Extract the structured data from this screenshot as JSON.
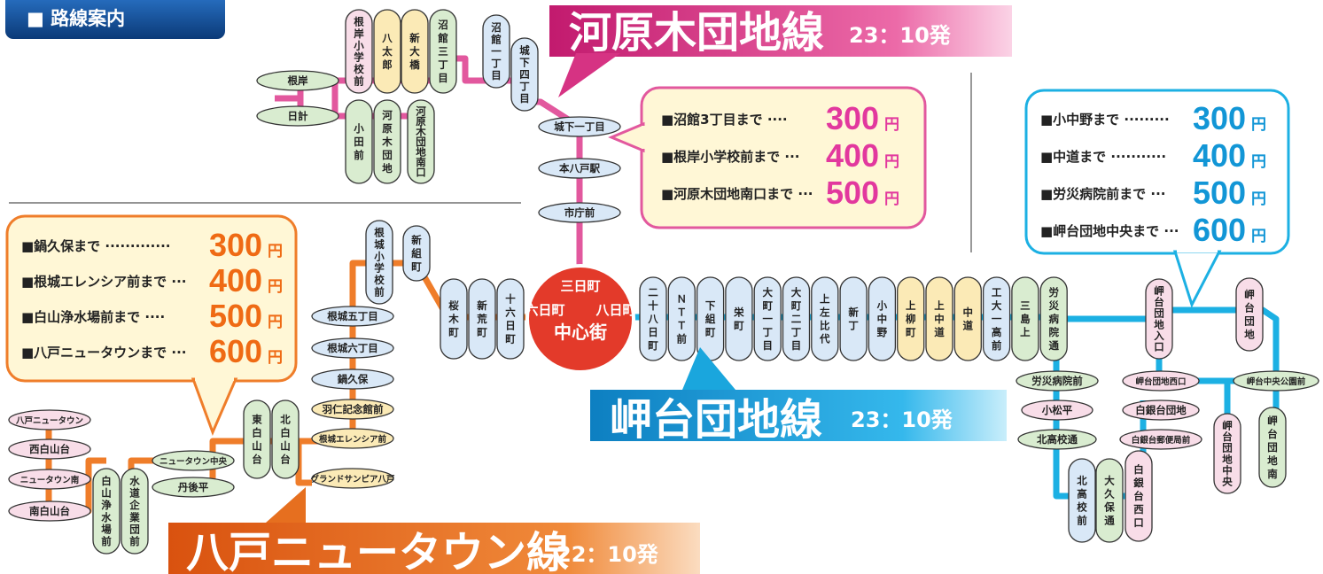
{
  "header": {
    "label": "■ 路線案内"
  },
  "colors": {
    "kawara": "#e2589e",
    "misaki": "#1cb0e3",
    "newtown": "#ef7d2a",
    "hub": "#e33a2a",
    "node_pink": "#f8dde8",
    "node_yellow": "#fbeab6",
    "node_blue": "#d9e8f7",
    "node_green": "#d9ecd0"
  },
  "hub": {
    "top": "三日町",
    "left": "六日町",
    "right": "八日町",
    "center": "中心街"
  },
  "lines": {
    "kawara": {
      "name": "河原木団地線",
      "time": "23：10発"
    },
    "misaki": {
      "name": "岬台団地線",
      "time": "23：10発"
    },
    "newtown": {
      "name": "八戸ニュータウン線",
      "time": "22：10発"
    }
  },
  "fares": {
    "kawara": [
      {
        "label": "■沼館3丁目まで ····",
        "price": "300",
        "unit": "円"
      },
      {
        "label": "■根岸小学校前まで ···",
        "price": "400",
        "unit": "円"
      },
      {
        "label": "■河原木団地南口まで ···",
        "price": "500",
        "unit": "円"
      }
    ],
    "misaki": [
      {
        "label": "■小中野まで ·········",
        "price": "300",
        "unit": "円"
      },
      {
        "label": "■中道まで ···········",
        "price": "400",
        "unit": "円"
      },
      {
        "label": "■労災病院前まで ···",
        "price": "500",
        "unit": "円"
      },
      {
        "label": "■岬台団地中央まで ···",
        "price": "600",
        "unit": "円"
      }
    ],
    "newtown": [
      {
        "label": "■鍋久保まで ·············",
        "price": "300",
        "unit": "円"
      },
      {
        "label": "■根城エレンシア前まで ···",
        "price": "400",
        "unit": "円"
      },
      {
        "label": "■白山浄水場前まで ····",
        "price": "500",
        "unit": "円"
      },
      {
        "label": "■八戸ニュータウンまで ···",
        "price": "600",
        "unit": "円"
      }
    ]
  },
  "stops": {
    "kawara_v": [
      "根岸小学校前",
      "八太郎",
      "新大橋",
      "沼館三丁目",
      "沼館一丁目",
      "城下四丁目",
      "小田前",
      "河原木団地",
      "河原木団地南口"
    ],
    "kawara_h": [
      "根岸",
      "日計",
      "城下一丁目",
      "本八戸駅",
      "市庁前"
    ],
    "center_v": [
      "根城小学校前",
      "新組町",
      "桜木町",
      "新荒町",
      "十六日町"
    ],
    "misaki_main": [
      "二十八日町",
      "ＮＴＴ前",
      "下組町",
      "栄町",
      "大町一丁目",
      "大町二丁目",
      "上左比代",
      "新丁",
      "小中野",
      "上柳町",
      "上中道",
      "中道",
      "工大一高前",
      "三島上",
      "労災病院通"
    ],
    "misaki_h": [
      "労災病院前",
      "小松平",
      "北高校通",
      "岬台団地西口",
      "白銀台団地",
      "白銀台郵便局前",
      "岬台中央公園前"
    ],
    "misaki_v": [
      "北高校前",
      "大久保通",
      "白銀台西口",
      "岬台団地入口",
      "岬台団地",
      "岬台団地中央",
      "岬台団地南"
    ],
    "newtown_h": [
      "根城五丁目",
      "根城六丁目",
      "鍋久保",
      "羽仁記念館前",
      "根城エレンシア前",
      "グランドサンピア八戸",
      "ニュータウン中央",
      "丹後平",
      "八戸ニュータウン",
      "西白山台",
      "ニュータウン南",
      "南白山台"
    ],
    "newtown_v": [
      "東白山台",
      "北白山台",
      "白山浄水場前",
      "水道企業団前"
    ]
  }
}
